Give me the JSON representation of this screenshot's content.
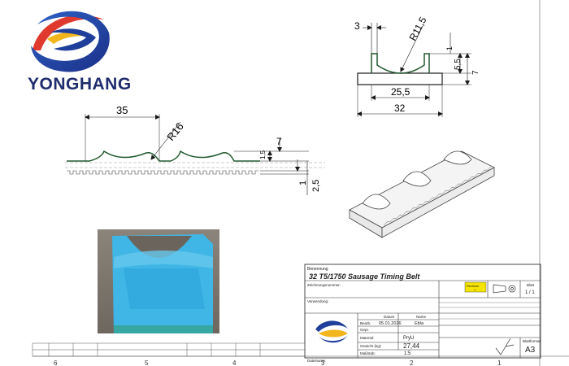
{
  "brand": {
    "name": "YONGHANG",
    "colors": {
      "blue": "#1f3f9a",
      "red": "#e03a2f",
      "yellow": "#f2b51c",
      "navy": "#1f2d6e"
    }
  },
  "top_view": {
    "dim_width_flange": "3",
    "dim_radius": "R11,5",
    "dim_h1": "1",
    "dim_h2": "5,5",
    "dim_h3": "7",
    "dim_width_inner": "25,5",
    "dim_width_total": "32"
  },
  "side_view": {
    "dim_pitch": "35",
    "dim_radius": "R16",
    "dim_height": "7",
    "dim_thickness": "1,5",
    "dim_tooth": "1",
    "dim_total": "2,5"
  },
  "photo": {
    "color": "#3fb6e6"
  },
  "title_block": {
    "benennung_label": "Benennung",
    "title": "32 T5/1750 Sausage Timing Belt",
    "zeichnungsnummer_label": "Zeichnungsnummer:",
    "verwendung_label": "Verwendung:",
    "revision_label": "Revision",
    "revision_value": "–",
    "blatt_label": "Blatt",
    "blatt_value": "1 / 1",
    "datum_label": "Datum",
    "datum_value": "05.01.2026",
    "name_label": "Name",
    "name_value": "Ebla",
    "bearb_label": "Bearb.",
    "gepr_label": "Gepr.",
    "material_label": "Material:",
    "material_value": "PryU",
    "gewicht_label": "Gewicht (kg):",
    "gewicht_value": "27,44",
    "massstab_label": "Maßstab:",
    "massstab_value": "1:5",
    "blattformat_label": "Blattformat",
    "blattformat_value": "A3",
    "dateiname_label": "Dateiname:"
  },
  "grid_numbers": [
    "6",
    "5",
    "4",
    "3",
    "2",
    "1"
  ]
}
